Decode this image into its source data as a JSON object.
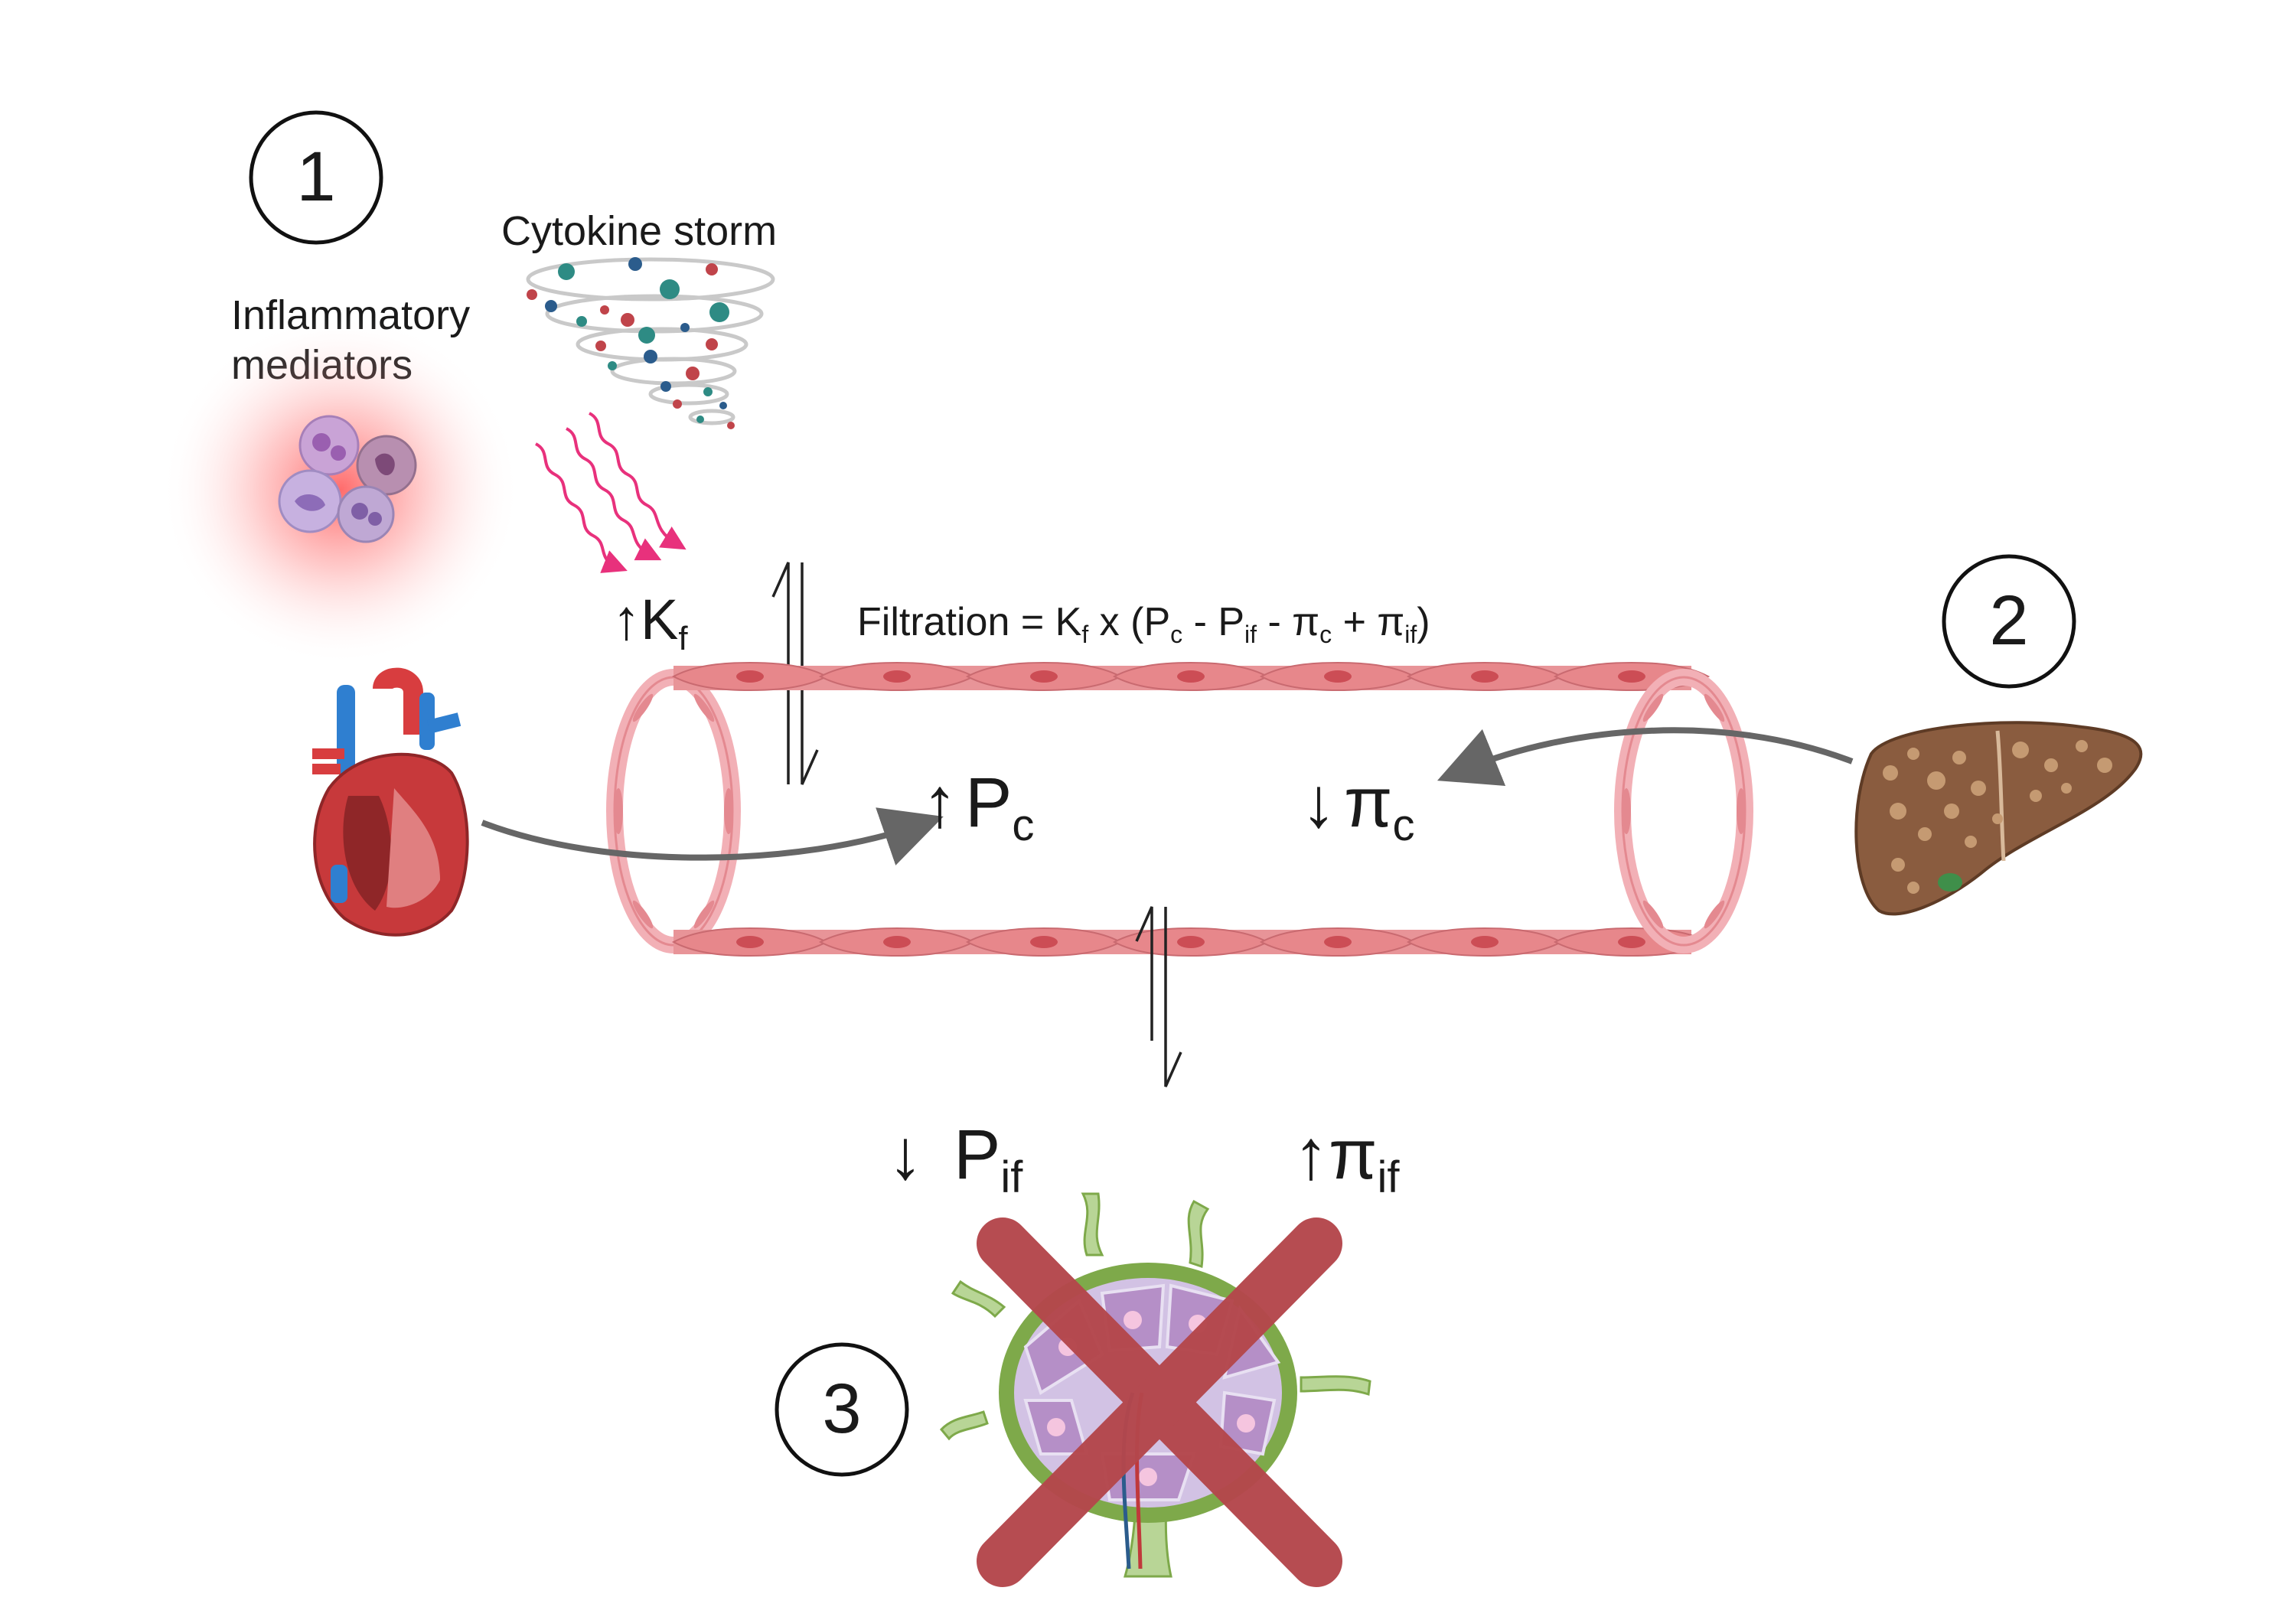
{
  "labels": {
    "step_1": "1",
    "step_2": "2",
    "step_3": "3",
    "cytokine_storm": "Cytokine storm",
    "inflammatory_line1": "Inflammatory",
    "inflammatory_line2": "mediators"
  },
  "formula": {
    "lhs": "Filtration = K",
    "kf_sub": "f",
    "x_part": " x (P",
    "pc_sub": "c",
    "minus_p": " - P",
    "pif_sub": "if",
    "minus_pi": " - π",
    "pic_sub": "c",
    "plus_pi": " + π",
    "piif_sub": "if",
    "close": ")"
  },
  "terms": {
    "kf_arrow": "↑",
    "kf_main": "K",
    "kf_sub": "f",
    "pc_arrow": "↑",
    "pc_main": "P",
    "pc_sub": "c",
    "pic_arrow": "↓",
    "pic_main": "π",
    "pic_sub": "c",
    "pif_arrow": "↓",
    "pif_main": "P",
    "pif_sub": "if",
    "piif_arrow": "↑",
    "piif_main": "π",
    "piif_sub": "if"
  },
  "colors": {
    "vessel_wall": "#e7878b",
    "vessel_nucleus": "#cc4d55",
    "vessel_ring": "#f2b0b6",
    "cross": "#b4474c",
    "arrow_gray": "#666666",
    "glow": "#ff5a5a",
    "cytokine_teal": "#2e8b84",
    "cytokine_red": "#c0444a",
    "cytokine_blue": "#2b5c8c",
    "heart_red": "#c0393b",
    "liver_brown": "#8a5c3f",
    "lymph_green": "#7ea94a",
    "lymph_purple": "#b58fc7",
    "ray_pink": "#e8317c"
  },
  "icons": {
    "heart": "heart-icon",
    "liver": "liver-icon",
    "lymph_node": "lymph-node-icon",
    "cytokine": "cytokine-tornado-icon",
    "immune_cells": "immune-cells-icon",
    "cross": "cross-mark-icon"
  }
}
